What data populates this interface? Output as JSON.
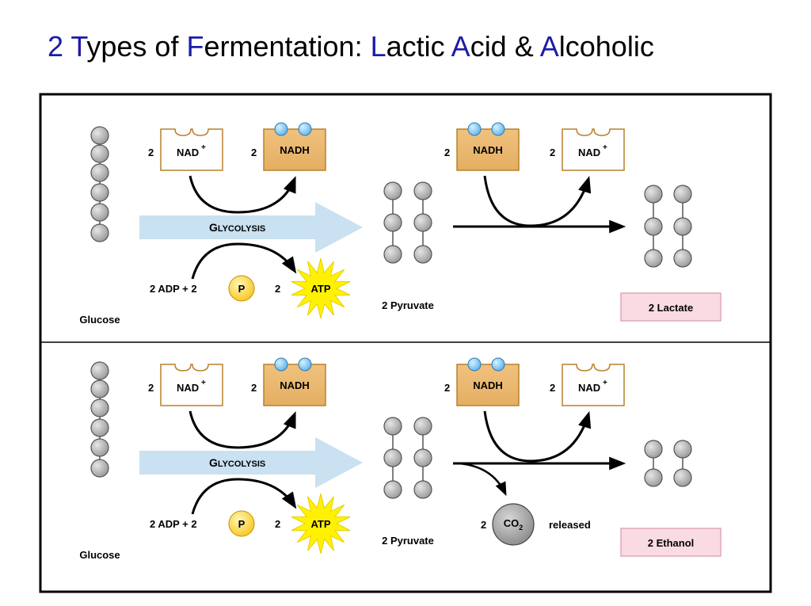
{
  "title": {
    "segments": [
      {
        "text": "2 T",
        "hl": true
      },
      {
        "text": "ypes of ",
        "hl": false
      },
      {
        "text": "F",
        "hl": true
      },
      {
        "text": "ermentation: ",
        "hl": false
      },
      {
        "text": "L",
        "hl": true
      },
      {
        "text": "actic ",
        "hl": false
      },
      {
        "text": "A",
        "hl": true
      },
      {
        "text": "cid & ",
        "hl": false
      },
      {
        "text": "A",
        "hl": true
      },
      {
        "text": "lcoholic",
        "hl": false
      }
    ]
  },
  "colors": {
    "title_highlight": "#1c1ca8",
    "nad_fill": "#ffffff",
    "nad_stroke": "#b9802a",
    "nadh_fill": "#e4ae62",
    "nadh_stroke": "#b9802a",
    "electron": "#5fb4ea",
    "arrow_band": "#c9e1f1",
    "atp": "#fff200",
    "phosphate": "#f7c51d",
    "molecule": "#999999",
    "product_fill": "#fbdbe3",
    "product_stroke": "#e0a7b6",
    "co2": "#9a9a9a"
  },
  "panels": [
    {
      "id": "lactic",
      "glucose_label": "Glucose",
      "nad": {
        "count": "2",
        "label": "NAD",
        "sup": "+"
      },
      "nadh": {
        "count": "2",
        "label": "NADH"
      },
      "glycolysis_label": {
        "first": "G",
        "rest": "LYCOLYSIS"
      },
      "adp": {
        "text": "2 ADP  +  2",
        "p": "P",
        "atp_count": "2",
        "atp": "ATP"
      },
      "pyruvate_label": "2 Pyruvate",
      "nadh2": {
        "count": "2",
        "label": "NADH"
      },
      "nad2": {
        "count": "2",
        "label": "NAD",
        "sup": "+"
      },
      "product_label": "2 Lactate",
      "product_pairs": 3,
      "co2": null
    },
    {
      "id": "alcoholic",
      "glucose_label": "Glucose",
      "nad": {
        "count": "2",
        "label": "NAD",
        "sup": "+"
      },
      "nadh": {
        "count": "2",
        "label": "NADH"
      },
      "glycolysis_label": {
        "first": "G",
        "rest": "LYCOLYSIS"
      },
      "adp": {
        "text": "2 ADP  +  2",
        "p": "P",
        "atp_count": "2",
        "atp": "ATP"
      },
      "pyruvate_label": "2 Pyruvate",
      "nadh2": {
        "count": "2",
        "label": "NADH"
      },
      "nad2": {
        "count": "2",
        "label": "NAD",
        "sup": "+"
      },
      "product_label": "2 Ethanol",
      "product_pairs": 2,
      "co2": {
        "count": "2",
        "label": "CO",
        "sub": "2",
        "suffix": "released"
      }
    }
  ]
}
